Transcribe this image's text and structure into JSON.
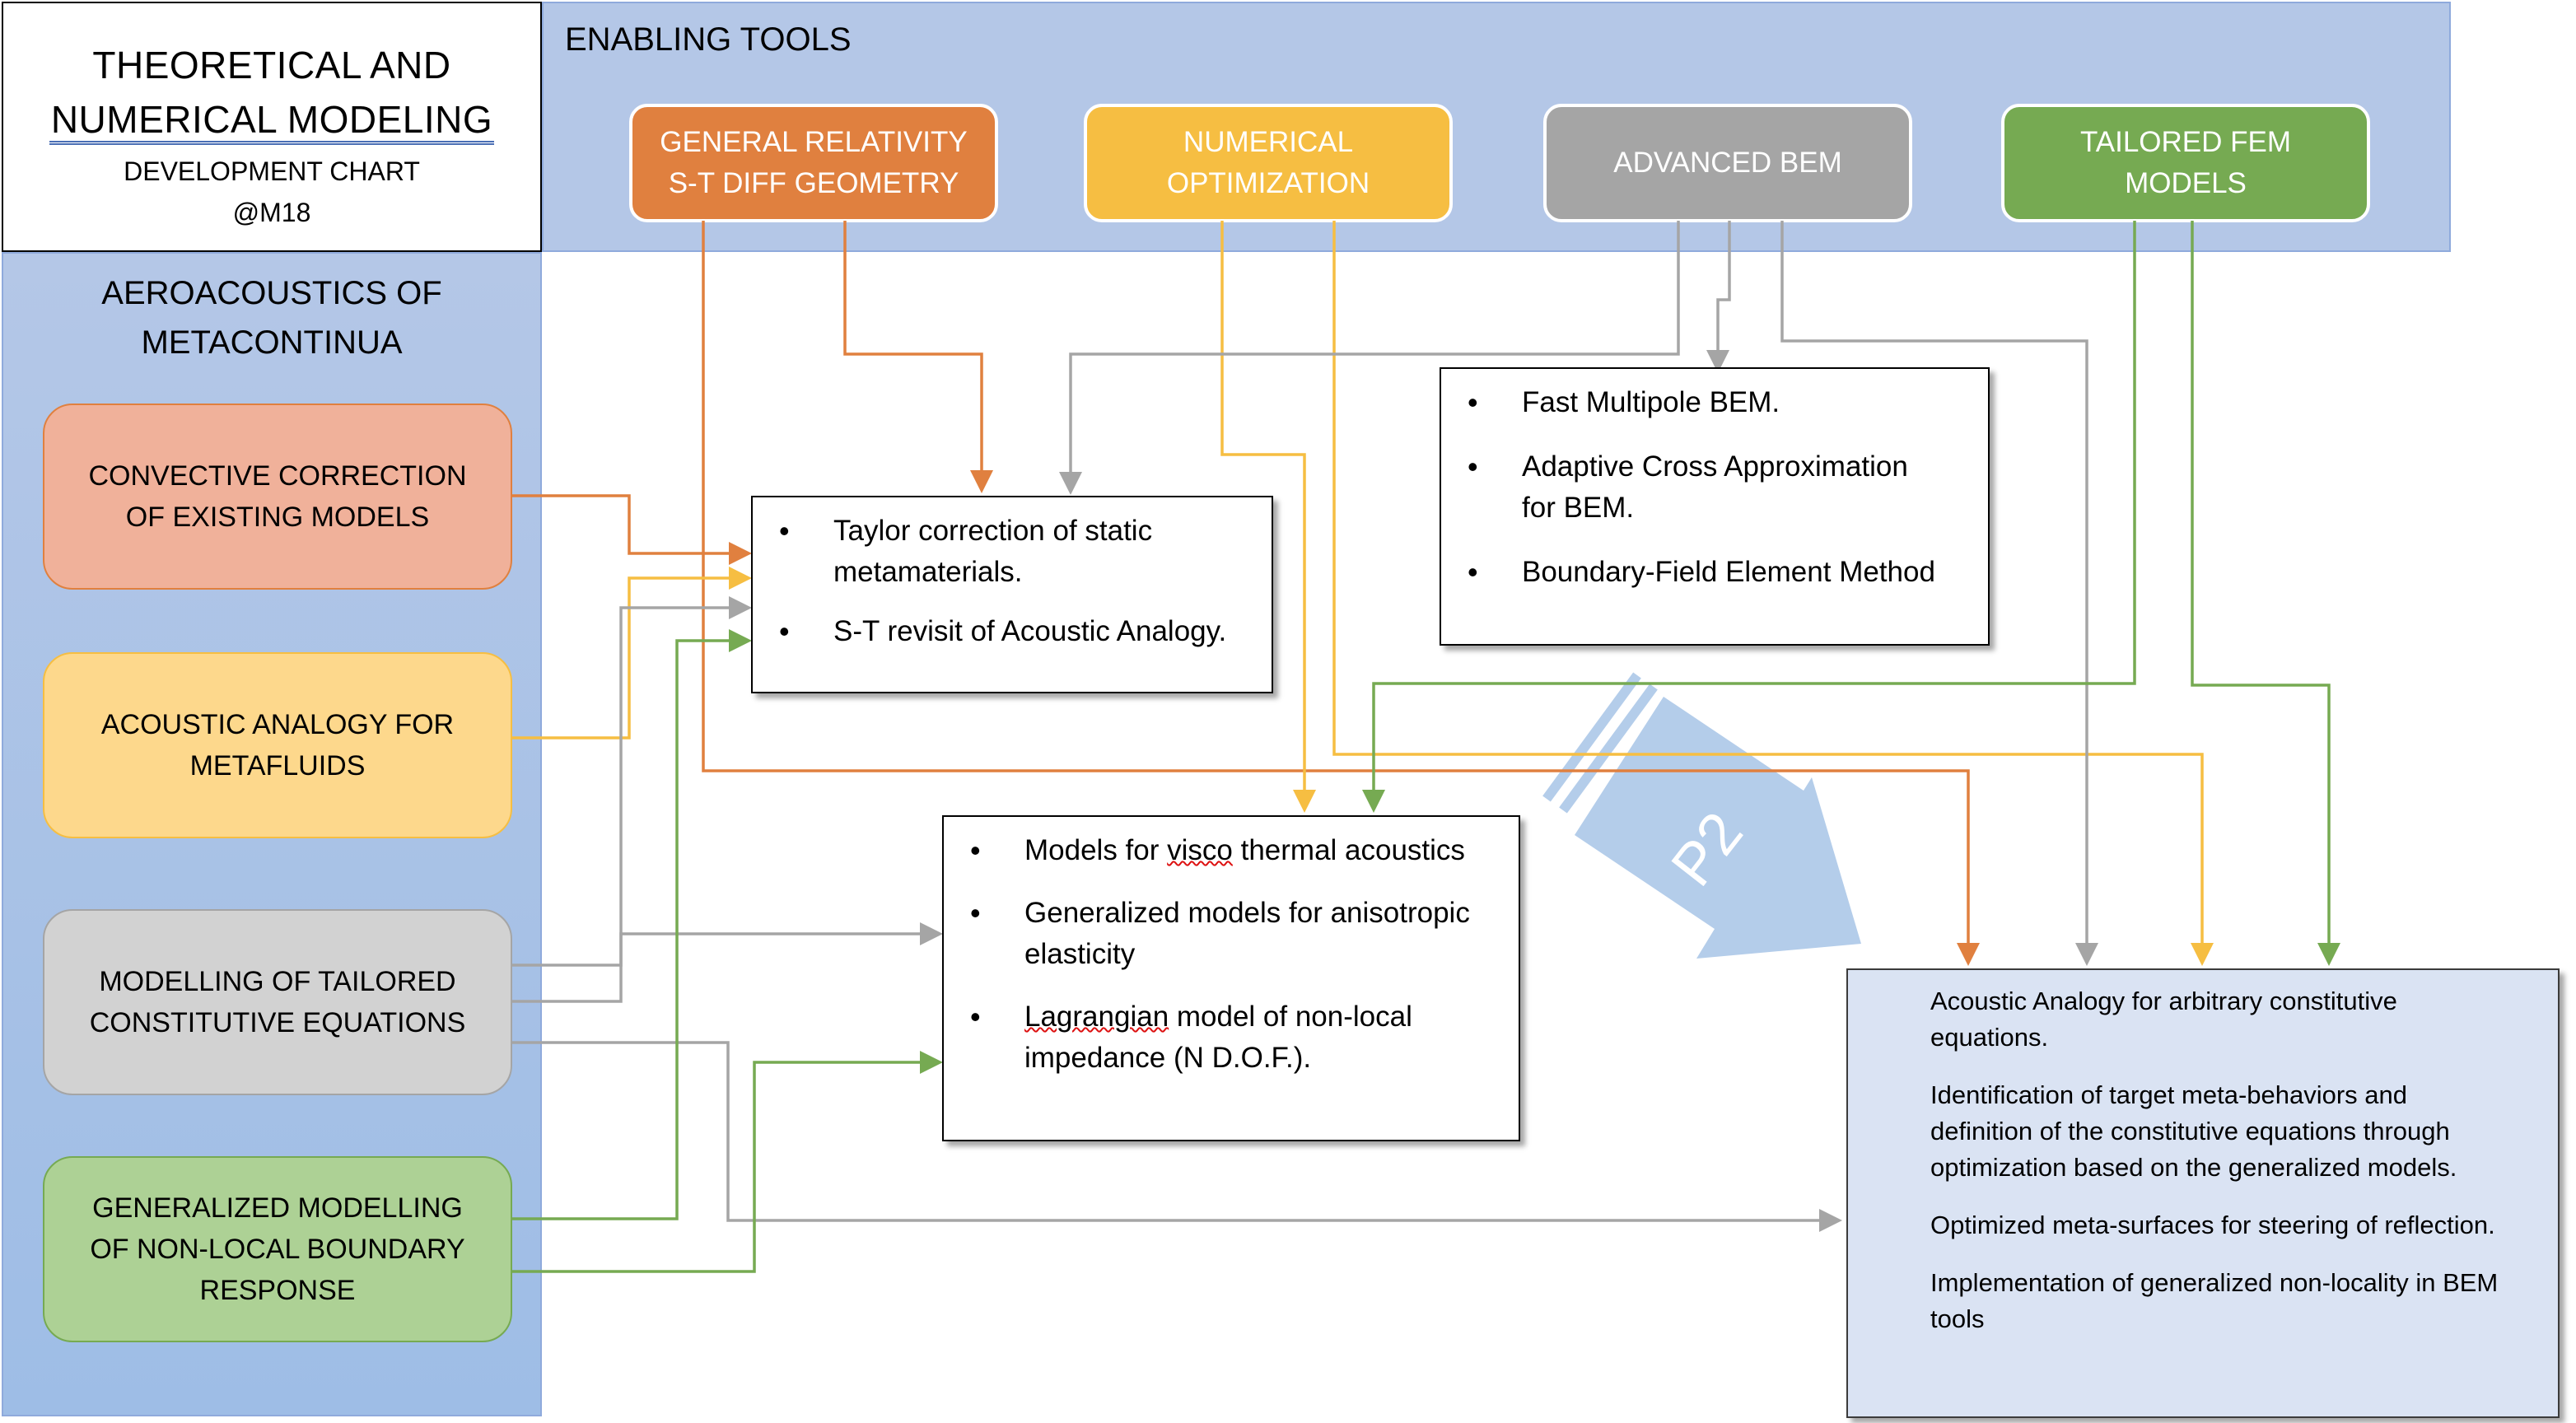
{
  "title": {
    "line1": "THEORETICAL AND",
    "line2": "NUMERICAL  MODELING",
    "line3": "DEVELOPMENT CHART",
    "line4": "@M18"
  },
  "enabling_tools": {
    "label": "ENABLING TOOLS",
    "items": [
      {
        "line1": "GENERAL RELATIVITY",
        "line2": "S-T DIFF GEOMETRY",
        "color": "#e0803f"
      },
      {
        "line1": "NUMERICAL",
        "line2": "OPTIMIZATION",
        "color": "#f6be42"
      },
      {
        "line1": "ADVANCED BEM",
        "line2": "",
        "color": "#a5a5a5"
      },
      {
        "line1": "TAILORED FEM",
        "line2": "MODELS",
        "color": "#76aa52"
      }
    ]
  },
  "aeroacoustics": {
    "line1": "AEROACOUSTICS OF",
    "line2": "METACONTINUA",
    "topics": [
      {
        "line1": "CONVECTIVE CORRECTION",
        "line2": "OF EXISTING MODELS",
        "line3": "",
        "color": "#f0b19a"
      },
      {
        "line1": "ACOUSTIC ANALOGY FOR",
        "line2": "METAFLUIDS",
        "line3": "",
        "color": "#fdd88c"
      },
      {
        "line1": "MODELLING OF TAILORED",
        "line2": "CONSTITUTIVE EQUATIONS",
        "line3": "",
        "color": "#d2d2d2"
      },
      {
        "line1": "GENERALIZED MODELLING",
        "line2": "OF NON-LOCAL BOUNDARY",
        "line3": "RESPONSE",
        "color": "#add195"
      }
    ]
  },
  "box1": {
    "items": [
      {
        "l1": "Taylor correction of static",
        "l2": "metamaterials."
      },
      {
        "l1": "S-T revisit of Acoustic Analogy.",
        "l2": ""
      }
    ]
  },
  "box2": {
    "items": [
      {
        "l1": "Fast Multipole BEM.",
        "l2": ""
      },
      {
        "l1": "Adaptive Cross Approximation",
        "l2": "for BEM."
      },
      {
        "l1": "Boundary-Field Element Method",
        "l2": ""
      }
    ]
  },
  "box3": {
    "item1_pre": "Models for ",
    "item1_sq": "visco",
    "item1_post": " thermal acoustics",
    "item2_l1": "Generalized models for anisotropic",
    "item2_l2": "elasticity",
    "item3_sq": "Lagrangian",
    "item3_post": " model of non-local",
    "item3_l2": "impedance (N D.O.F.)."
  },
  "box4": {
    "items": [
      {
        "l1": "Acoustic Analogy for arbitrary constitutive",
        "l2": "equations.",
        "l3": ""
      },
      {
        "l1": "Identification of target meta-behaviors and",
        "l2": "definition of the constitutive equations through",
        "l3": "optimization based on the generalized models."
      },
      {
        "l1": "Optimized meta-surfaces for steering of reflection.",
        "l2": "",
        "l3": ""
      },
      {
        "l1": "Implementation of generalized non-locality in BEM",
        "l2": "tools",
        "l3": ""
      }
    ]
  },
  "big_arrow_label": "P2",
  "colors": {
    "orange": "#e0803f",
    "yellow": "#f6be42",
    "gray": "#a5a5a5",
    "green": "#76aa52",
    "band": "#b4c7e7",
    "big_arrow": "#b4cdea"
  }
}
